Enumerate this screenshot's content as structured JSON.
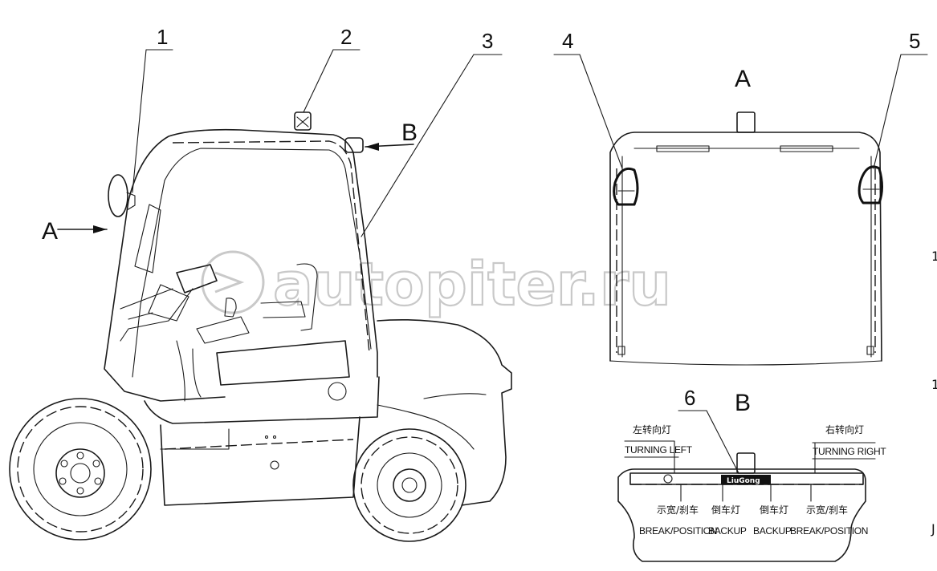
{
  "callouts": {
    "c1": "1",
    "c2": "2",
    "c3": "3",
    "c4": "4",
    "c5": "5",
    "c6": "6"
  },
  "views": {
    "view_a_arrow": "A",
    "view_b_arrow": "B",
    "view_a_title": "A",
    "view_b_title": "B"
  },
  "lamp_labels": {
    "left_turn_cn": "左转向灯",
    "left_turn_en": "TURNING LEFT",
    "right_turn_cn": "右转向灯",
    "right_turn_en": "TURNING RIGHT",
    "brake_left_cn": "示宽/刹车",
    "brake_left_en": "BREAK/POSITION",
    "backup_left_cn": "倒车灯",
    "backup_left_en": "BACKUP",
    "backup_right_cn": "倒车灯",
    "backup_right_en": "BACKUP",
    "brake_right_cn": "示宽/刹车",
    "brake_right_en": "BREAK/POSITION"
  },
  "brand_badge": "LiuGong",
  "watermark": "autopiter.ru",
  "edge_marks": {
    "right_mark_1": "1",
    "right_mark_2": "1",
    "right_mark_3": "J"
  }
}
